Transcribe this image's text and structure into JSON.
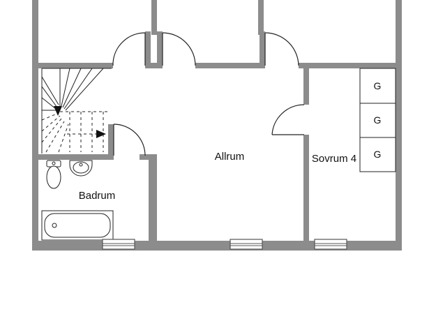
{
  "rooms": {
    "allrum": "Allrum",
    "sovrum4": "Sovrum 4",
    "badrum": "Badrum"
  },
  "wardrobes": [
    "G",
    "G",
    "G"
  ],
  "colors": {
    "wall": "#8c8c8c",
    "line": "#222222",
    "background": "#ffffff"
  }
}
